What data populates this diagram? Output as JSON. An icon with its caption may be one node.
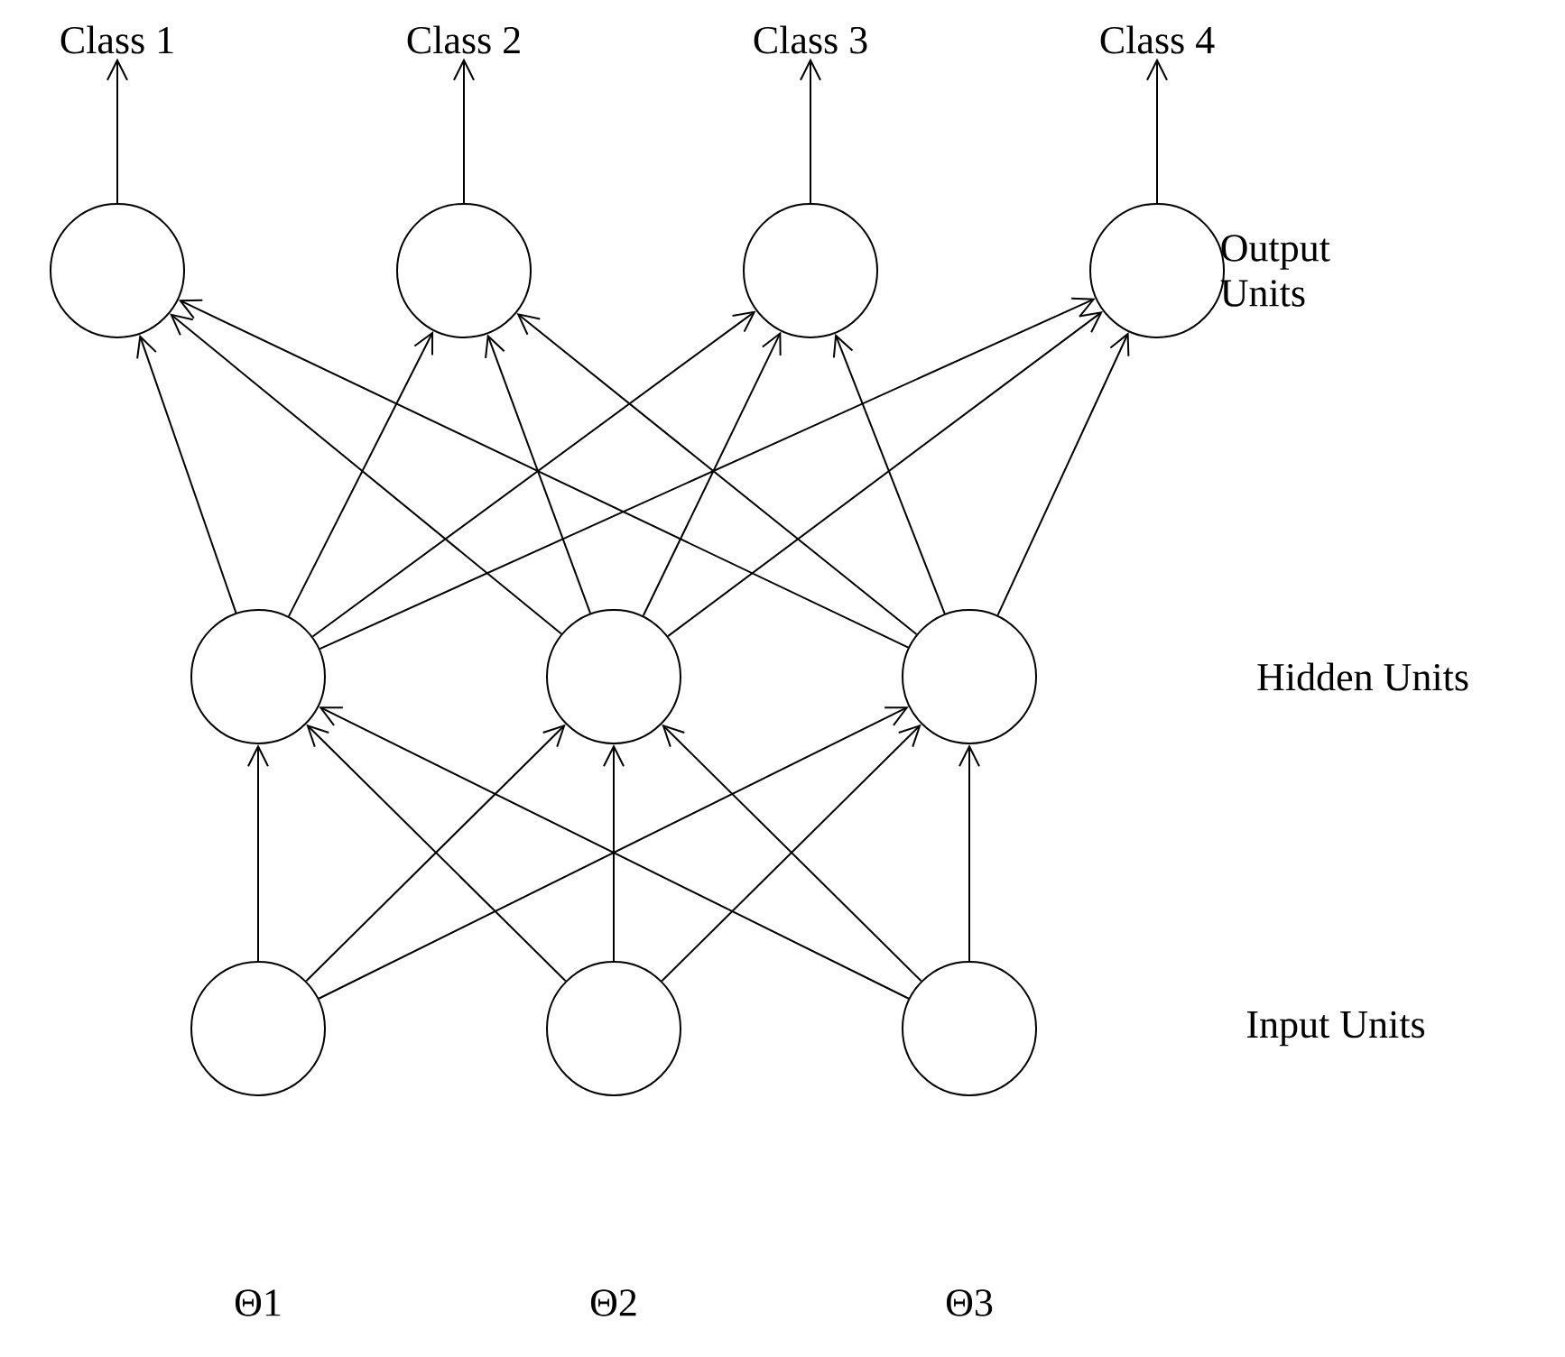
{
  "diagram": {
    "nodes": [
      {
        "text": [
          "Class 1"
        ]
      },
      {
        "text": [
          "Class 2"
        ]
      },
      {
        "text": [
          "Class 3"
        ]
      },
      {
        "text": [
          "Class 4"
        ]
      },
      {
        "text": [],
        "shape": "circle"
      },
      {
        "text": [],
        "shape": "circle"
      },
      {
        "text": [],
        "shape": "circle"
      },
      {
        "text": [],
        "shape": "circle"
      },
      {
        "text": [],
        "shape": "circle"
      },
      {
        "text": [],
        "shape": "circle"
      },
      {
        "text": [],
        "shape": "circle"
      },
      {
        "text": [],
        "shape": "circle"
      },
      {
        "text": [],
        "shape": "circle"
      },
      {
        "text": [],
        "shape": "circle"
      }
    ],
    "edges": [
      {
        "from": 4,
        "to": 0,
        "arrow": "to"
      },
      {
        "from": 5,
        "to": 1,
        "arrow": "to"
      },
      {
        "from": 6,
        "to": 2,
        "arrow": "to"
      },
      {
        "from": 7,
        "to": 3,
        "arrow": "to"
      },
      {
        "from": 8,
        "to": 4,
        "arrow": "to"
      },
      {
        "from": 8,
        "to": 5,
        "arrow": "to"
      },
      {
        "from": 8,
        "to": 6,
        "arrow": "to"
      },
      {
        "from": 8,
        "to": 7,
        "arrow": "to"
      },
      {
        "from": 9,
        "to": 4,
        "arrow": "to"
      },
      {
        "from": 9,
        "to": 5,
        "arrow": "to"
      },
      {
        "from": 9,
        "to": 6,
        "arrow": "to"
      },
      {
        "from": 9,
        "to": 7,
        "arrow": "to"
      },
      {
        "from": 10,
        "to": 4,
        "arrow": "to"
      },
      {
        "from": 10,
        "to": 5,
        "arrow": "to"
      },
      {
        "from": 10,
        "to": 6,
        "arrow": "to"
      },
      {
        "from": 10,
        "to": 7,
        "arrow": "to"
      },
      {
        "from": 11,
        "to": 8,
        "arrow": "to"
      },
      {
        "from": 11,
        "to": 9,
        "arrow": "to"
      },
      {
        "from": 11,
        "to": 10,
        "arrow": "to"
      },
      {
        "from": 12,
        "to": 8,
        "arrow": "to"
      },
      {
        "from": 12,
        "to": 9,
        "arrow": "to"
      },
      {
        "from": 12,
        "to": 10,
        "arrow": "to"
      },
      {
        "from": 13,
        "to": 8,
        "arrow": "to"
      },
      {
        "from": 13,
        "to": 9,
        "arrow": "to"
      },
      {
        "from": 13,
        "to": 10,
        "arrow": "to"
      }
    ],
    "labels": [
      "Output Units",
      "Hidden Units",
      "Input Units",
      "Θ1",
      "Θ2",
      "Θ3"
    ]
  }
}
